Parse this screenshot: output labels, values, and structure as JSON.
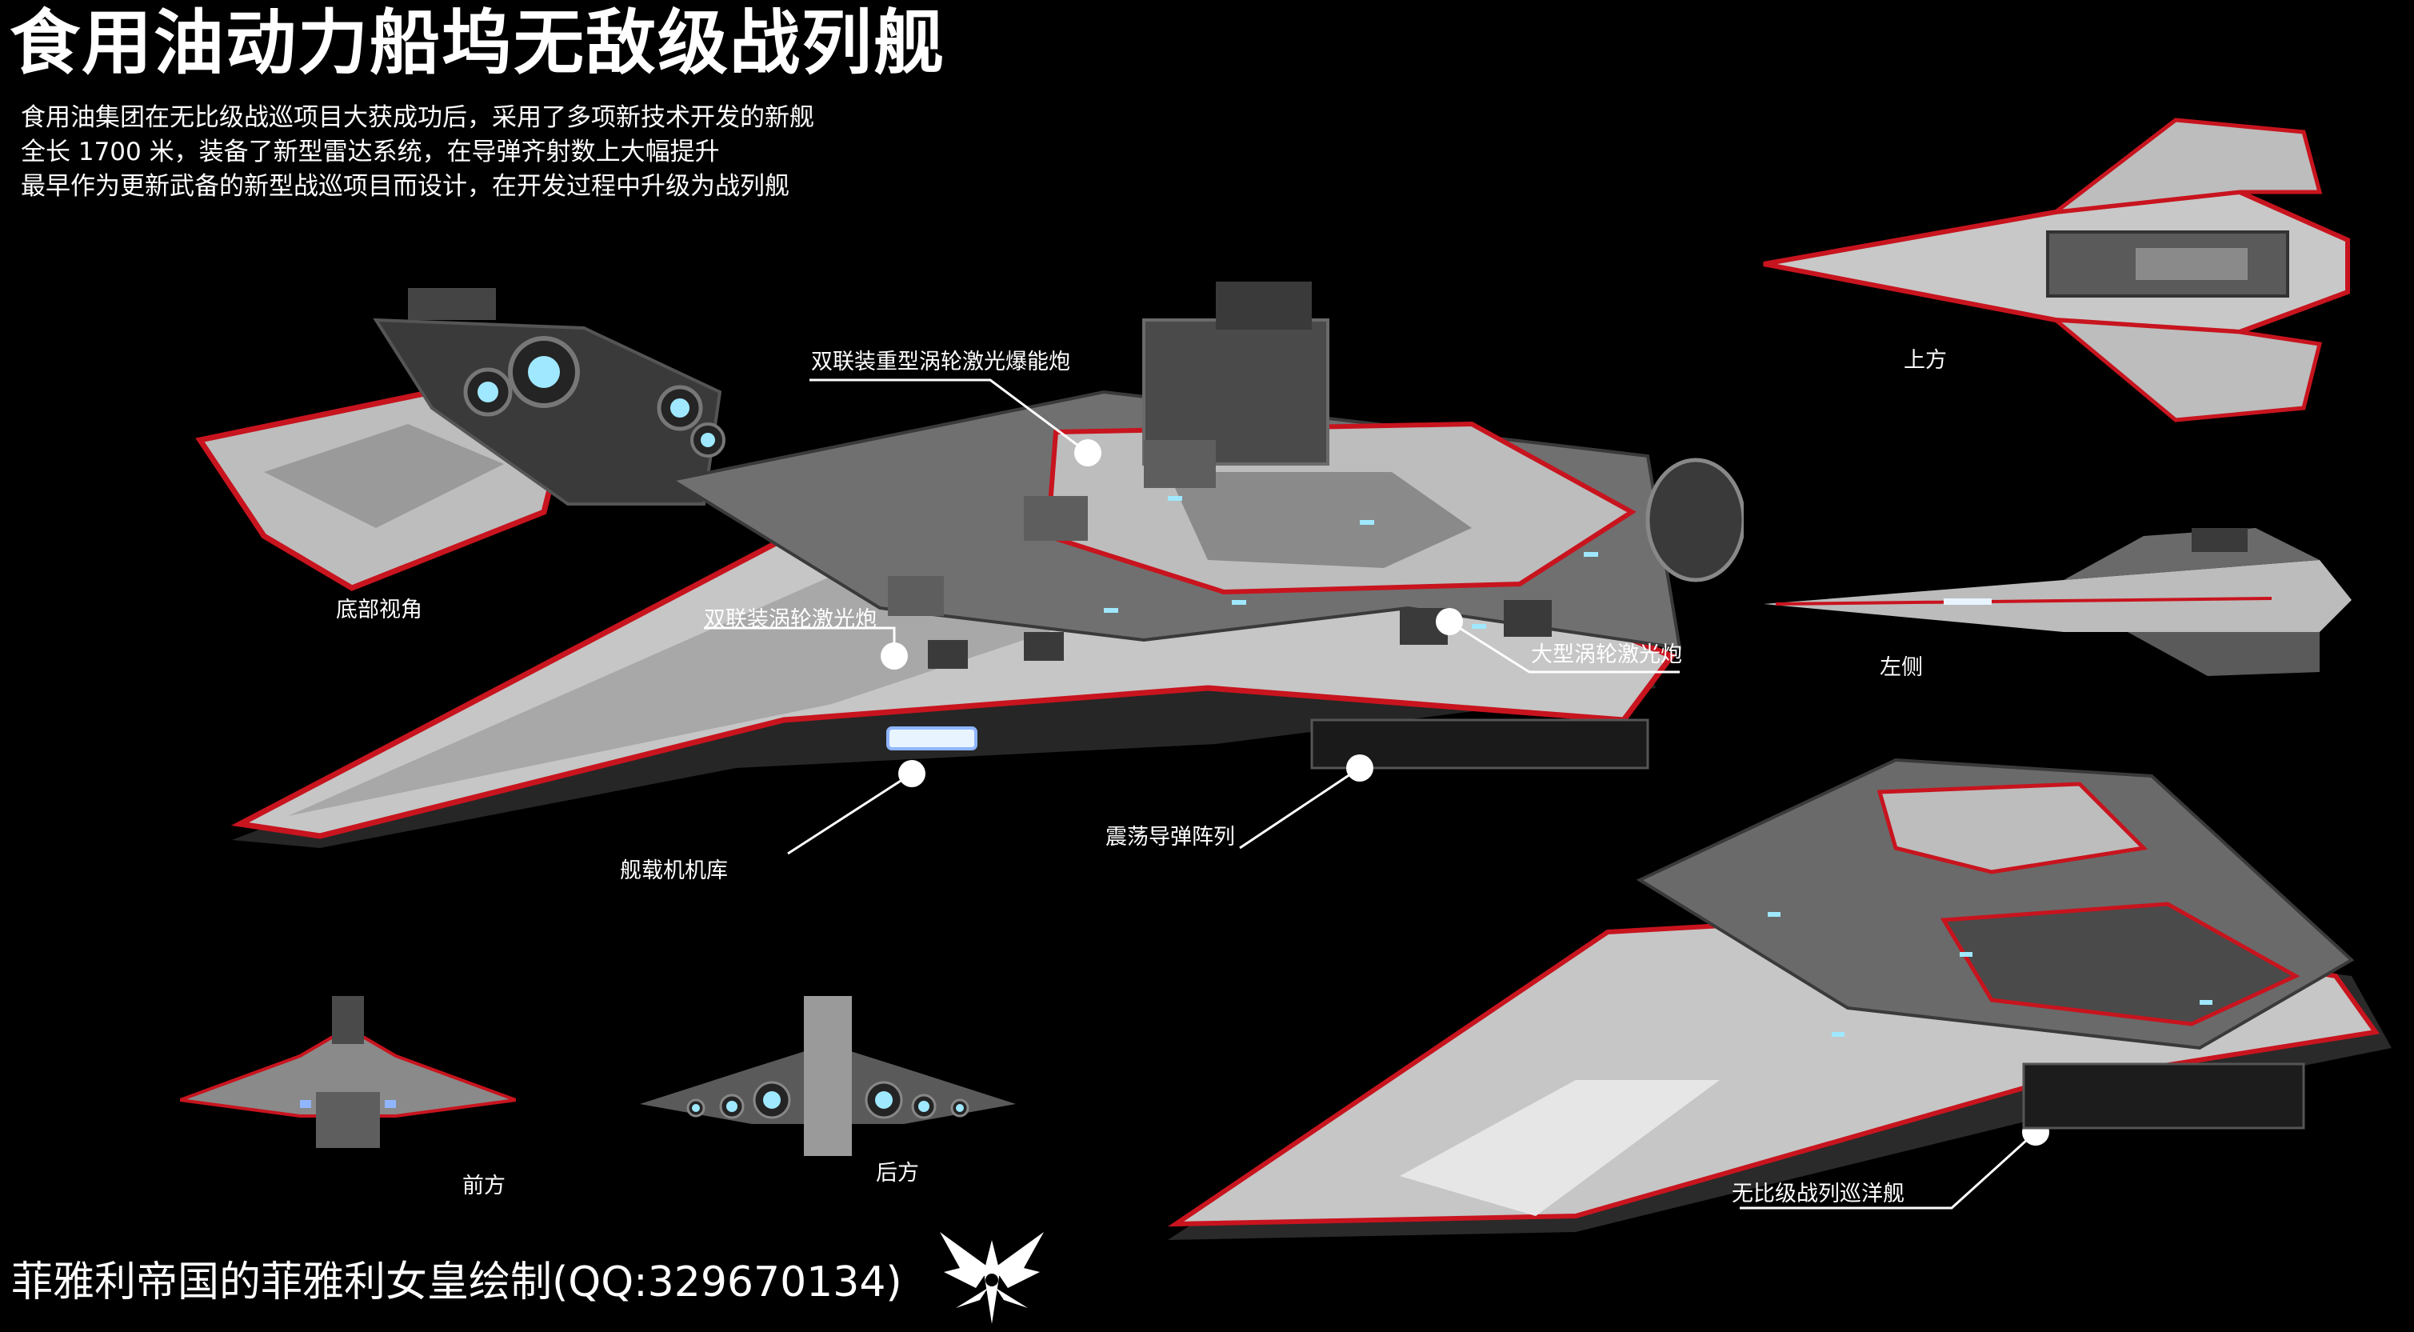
{
  "title": "食用油动力船坞无敌级战列舰",
  "description": [
    "食用油集团在无比级战巡项目大获成功后，采用了多项新技术开发的新舰",
    "全长 1700 米，装备了新型雷达系统，在导弹齐射数上大幅提升",
    "最早作为更新武备的新型战巡项目而设计，在开发过程中升级为战列舰"
  ],
  "views": {
    "bottom": "底部视角",
    "top": "上方",
    "left": "左侧",
    "front": "前方",
    "rear": "后方",
    "comparison": "无比级战列巡洋舰"
  },
  "callouts": {
    "heavy_turret": "双联装重型涡轮激光爆能炮",
    "twin_turret": "双联装涡轮激光炮",
    "large_turret": "大型涡轮激光炮",
    "hangar": "舰载机机库",
    "missile_array": "震荡导弹阵列"
  },
  "credit": "菲雅利帝国的菲雅利女皇绘制(QQ:329670134)",
  "colors": {
    "background": "#000000",
    "hull": "#c9c9c9",
    "hull_dark": "#3b3b3b",
    "accent_red": "#c8141e",
    "engine_glow": "#9fe8ff"
  }
}
